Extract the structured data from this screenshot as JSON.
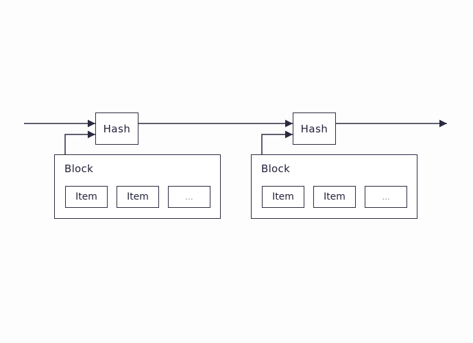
{
  "colors": {
    "line": "#2a2a40",
    "text": "#22223a",
    "ellipsis": "#8a8a9a",
    "background": "#fdfdfd"
  },
  "icons": [
    "arrow-head-icon"
  ],
  "groups": [
    {
      "hash_label": "Hash",
      "block_title": "Block",
      "items": [
        "Item",
        "Item",
        "..."
      ]
    },
    {
      "hash_label": "Hash",
      "block_title": "Block",
      "items": [
        "Item",
        "Item",
        "..."
      ]
    }
  ]
}
